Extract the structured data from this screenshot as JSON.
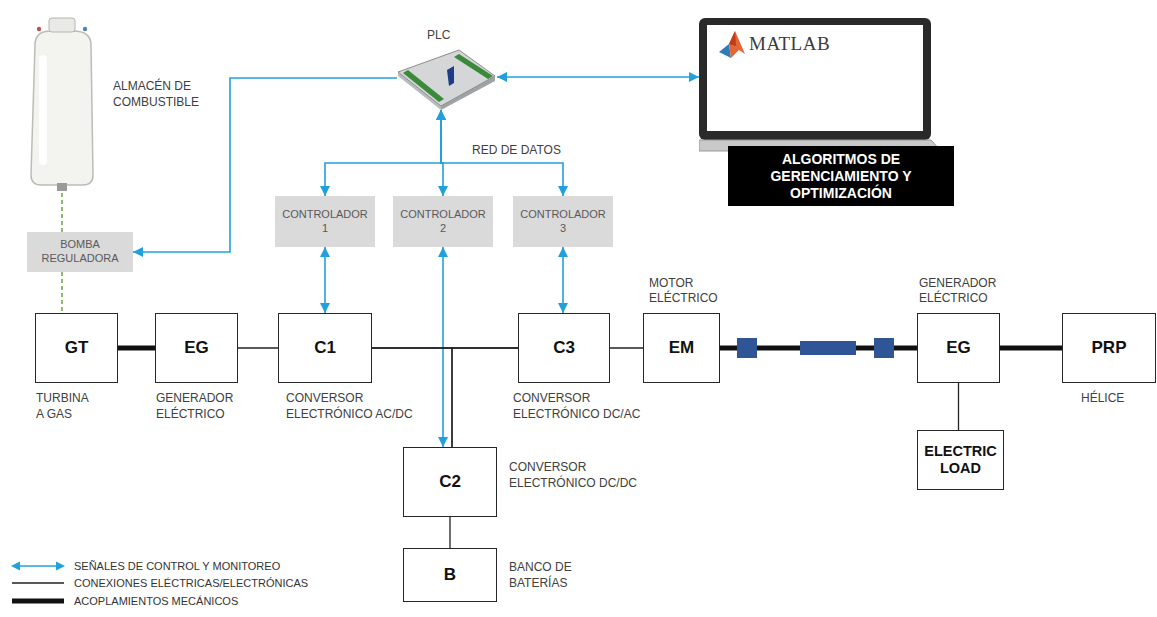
{
  "diagram": {
    "nodes": [
      {
        "text": [
          "ALMACÉN DE COMBUSTIBLE"
        ]
      },
      {
        "text": [
          "PLC"
        ]
      },
      {
        "text": [
          "MATLAB",
          "ALGORITMOS DE GERENCIAMIENTO Y OPTIMIZACIÓN"
        ]
      },
      {
        "text": [
          "BOMBA REGULADORA"
        ]
      },
      {
        "text": [
          "CONTROLADOR 1"
        ]
      },
      {
        "text": [
          "CONTROLADOR 2"
        ]
      },
      {
        "text": [
          "CONTROLADOR 3"
        ]
      },
      {
        "text": [
          "GT",
          "TURBINA A GAS"
        ]
      },
      {
        "text": [
          "EG",
          "GENERADOR ELÉCTRICO"
        ]
      },
      {
        "text": [
          "C1",
          "CONVERSOR ELECTRÓNICO AC/DC"
        ]
      },
      {
        "text": [
          "C3",
          "CONVERSOR ELECTRÓNICO DC/AC"
        ]
      },
      {
        "text": [
          "MOTOR ELÉCTRICO",
          "EM"
        ]
      },
      {
        "text": [
          "GENERADOR ELÉCTRICO",
          "EG"
        ]
      },
      {
        "text": [
          "PRP",
          "HÉLICE"
        ]
      },
      {
        "text": [
          "ELECTRIC LOAD"
        ]
      },
      {
        "text": [
          "C2",
          "CONVERSOR ELECTRÓNICO DC/DC"
        ]
      },
      {
        "text": [
          "B",
          "BANCO DE BATERÍAS"
        ]
      }
    ],
    "edges": [
      {
        "from": 1,
        "to": 2,
        "arrow": "both"
      },
      {
        "from": 1,
        "to": 3,
        "arrow": "to"
      },
      {
        "from": 1,
        "to": 4,
        "arrow": "both"
      },
      {
        "from": 1,
        "to": 5,
        "arrow": "both"
      },
      {
        "from": 1,
        "to": 6,
        "arrow": "both"
      },
      {
        "from": 4,
        "to": 9,
        "arrow": "both"
      },
      {
        "from": 5,
        "to": 15,
        "arrow": "both"
      },
      {
        "from": 6,
        "to": 10,
        "arrow": "both"
      },
      {
        "from": 0,
        "to": 3,
        "arrow": "none"
      },
      {
        "from": 3,
        "to": 7,
        "arrow": "none"
      },
      {
        "from": 7,
        "to": 8,
        "arrow": "none"
      },
      {
        "from": 8,
        "to": 9,
        "arrow": "none"
      },
      {
        "from": 9,
        "to": 10,
        "arrow": "none"
      },
      {
        "from": 15,
        "to": 9,
        "arrow": "none"
      },
      {
        "from": 15,
        "to": 10,
        "arrow": "none"
      },
      {
        "from": 10,
        "to": 11,
        "arrow": "none"
      },
      {
        "from": 11,
        "to": 12,
        "arrow": "none"
      },
      {
        "from": 12,
        "to": 13,
        "arrow": "none"
      },
      {
        "from": 12,
        "to": 14,
        "arrow": "none"
      },
      {
        "from": 15,
        "to": 16,
        "arrow": "none"
      }
    ],
    "labels": [
      "RED DE DATOS"
    ],
    "legend": [
      {
        "text": "SEÑALES DE CONTROL Y MONITOREO"
      },
      {
        "text": "CONEXIONES ELÉCTRICAS/ELECTRÓNICAS"
      },
      {
        "text": "ACOPLAMIENTOS MECÁNICOS"
      }
    ]
  }
}
